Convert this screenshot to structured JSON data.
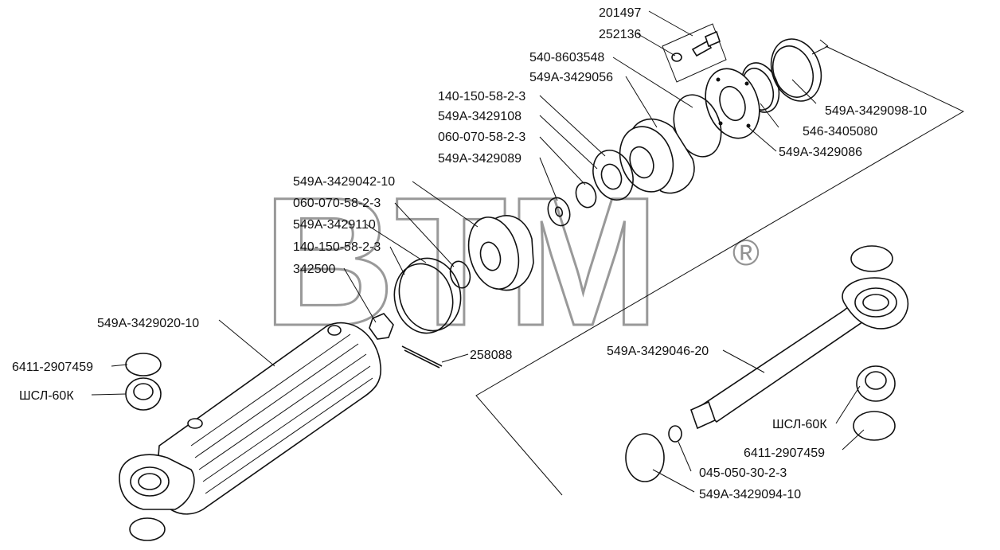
{
  "watermark": {
    "text": "BTM",
    "registered": "®"
  },
  "labels": {
    "p201497": "201497",
    "p252136": "252136",
    "p540_8603548": "540-8603548",
    "p549A_3429056": "549A-3429056",
    "p140_150_top": "140-150-58-2-3",
    "p549A_3429108": "549A-3429108",
    "p060_070_top": "060-070-58-2-3",
    "p549A_3429089": "549A-3429089",
    "p549A_3429042": "549A-3429042-10",
    "p060_070_mid": "060-070-58-2-3",
    "p549A_3429110": "549A-3429110",
    "p140_150_mid": "140-150-58-2-3",
    "p342500": "342500",
    "p549A_3429020": "549A-3429020-10",
    "p6411_left": "6411-2907459",
    "pSHSL_left": "ШСЛ-60К",
    "p258088": "258088",
    "p549A_3429098": "549A-3429098-10",
    "p546_3405080": "546-3405080",
    "p549A_3429086": "549A-3429086",
    "p549A_3429046": "549A-3429046-20",
    "pSHSL_right": "ШСЛ-60К",
    "p6411_right": "6411-2907459",
    "p045_050": "045-050-30-2-3",
    "p549A_3429094": "549A-3429094-10"
  }
}
